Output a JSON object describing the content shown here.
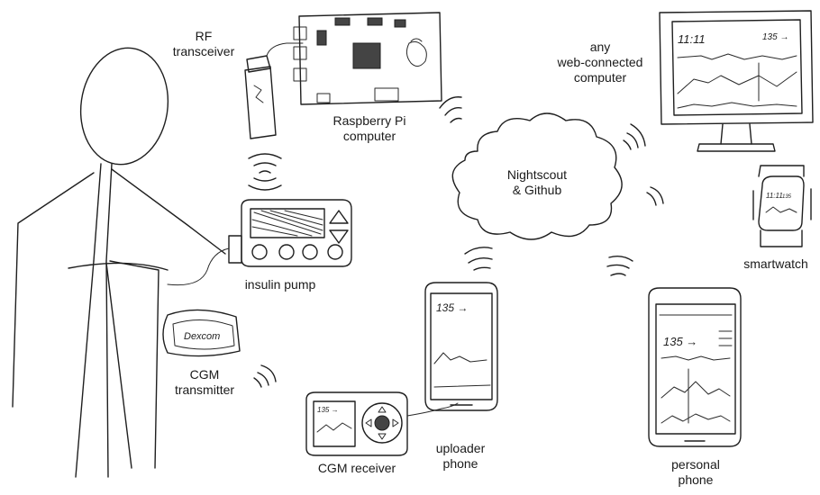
{
  "labels": {
    "rf_transceiver": [
      "RF",
      "transceiver"
    ],
    "raspberry_pi": [
      "Raspberry Pi",
      "computer"
    ],
    "cloud": [
      "Nightscout",
      "& Github"
    ],
    "web_computer": [
      "any",
      "web-connected",
      "computer"
    ],
    "smartwatch": [
      "smartwatch"
    ],
    "insulin_pump": [
      "insulin pump"
    ],
    "cgm_transmitter": [
      "CGM",
      "transmitter"
    ],
    "cgm_receiver": [
      "CGM receiver"
    ],
    "uploader_phone": [
      "uploader",
      "phone"
    ],
    "personal_phone": [
      "personal",
      "phone"
    ]
  },
  "screen_text": {
    "monitor_time": "11:11",
    "monitor_reading": "135 →",
    "watch_time": "11:11",
    "watch_reading": "135",
    "uploader_reading": "135 →",
    "personal_reading": "135 →",
    "receiver_reading": "135 →",
    "transmitter_brand": "Dexcom"
  },
  "colors": {
    "ink": "#1f1f1f",
    "background": "#ffffff"
  }
}
